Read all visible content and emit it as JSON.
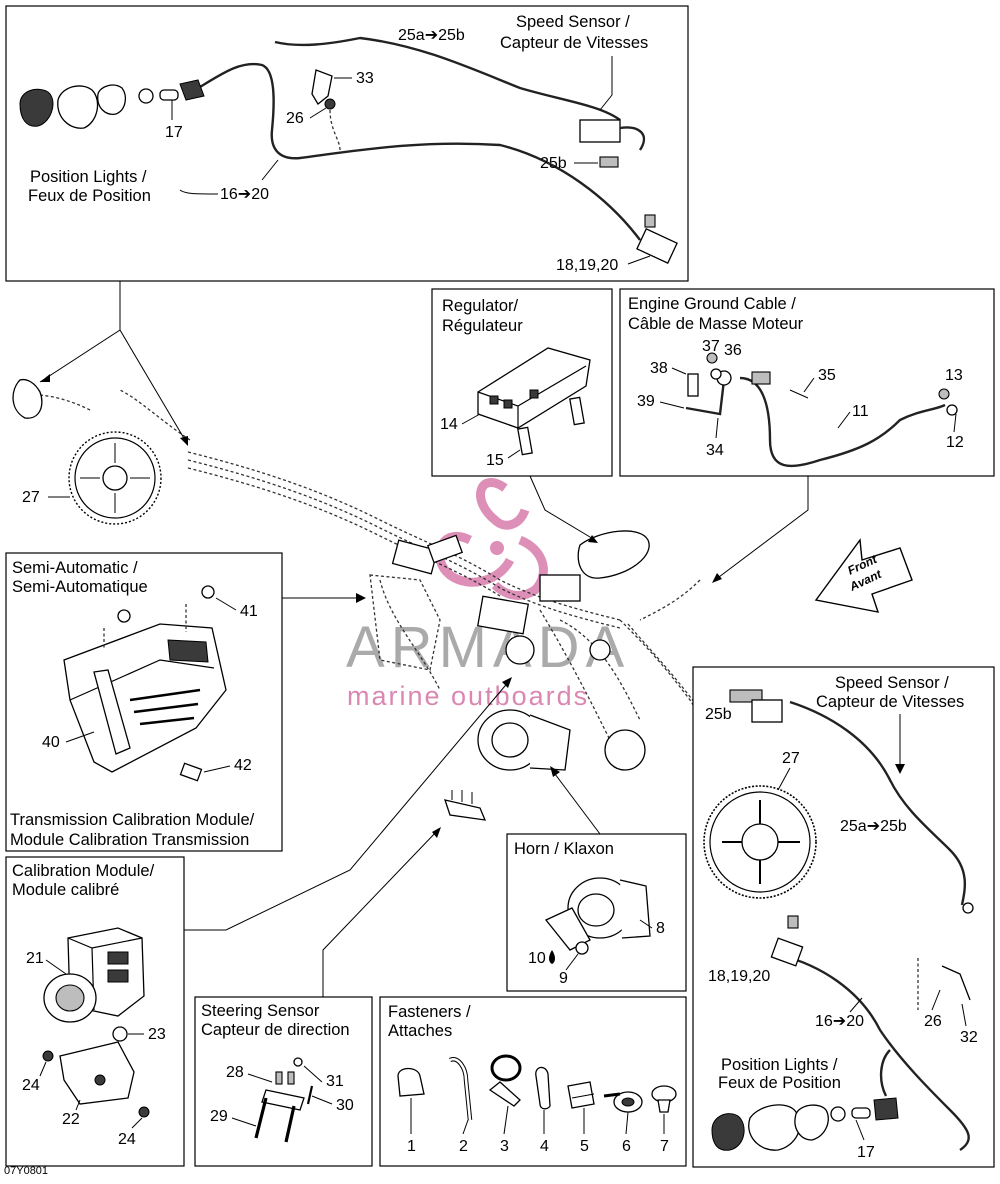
{
  "diagram": {
    "code": "07Y0801",
    "watermark": {
      "brand": "ARMADA",
      "tagline": "marine outboards"
    },
    "front_arrow": {
      "line1": "Front",
      "line2": "Avant"
    },
    "boxes": {
      "speed_top": {
        "title1": "Speed Sensor /",
        "title2": "Capteur de Vitesses",
        "part_25ab": "25a➔25b",
        "part_25b": "25b",
        "part_33": "33",
        "part_26": "26",
        "part_17": "17",
        "part_18": "18,19,20",
        "pos_title1": "Position Lights /",
        "pos_title2": "Feux de Position",
        "part_16": "16➔20"
      },
      "regulator": {
        "title1": "Regulator/",
        "title2": "Régulateur",
        "part_14": "14",
        "part_15": "15"
      },
      "engine_ground": {
        "title1": "Engine Ground Cable /",
        "title2": "Câble de Masse Moteur",
        "p37": "37",
        "p36": "36",
        "p38": "38",
        "p35": "35",
        "p13": "13",
        "p39": "39",
        "p11": "11",
        "p34": "34",
        "p12": "12"
      },
      "semi_auto": {
        "title1": "Semi-Automatic /",
        "title2": "Semi-Automatique",
        "p41": "41",
        "p40": "40",
        "p42": "42",
        "caption1": "Transmission Calibration Module/",
        "caption2": "Module Calibration Transmission"
      },
      "speed_right": {
        "title1": "Speed Sensor /",
        "title2": "Capteur de Vitesses",
        "p25b": "25b",
        "p27": "27",
        "p25ab": "25a➔25b",
        "p18": "18,19,20",
        "p16": "16➔20",
        "p26": "26",
        "p32": "32",
        "pos_title1": "Position Lights /",
        "pos_title2": "Feux de Position",
        "p17": "17"
      },
      "calibration": {
        "title1": "Calibration Module/",
        "title2": "Module calibré",
        "p21": "21",
        "p23": "23",
        "p24a": "24",
        "p22": "22",
        "p24b": "24"
      },
      "steering": {
        "title1": "Steering Sensor",
        "title2": "Capteur de direction",
        "p28": "28",
        "p31": "31",
        "p29": "29",
        "p30": "30"
      },
      "fasteners": {
        "title1": "Fasteners /",
        "title2": "Attaches",
        "items": [
          "1",
          "2",
          "3",
          "4",
          "5",
          "6",
          "7"
        ]
      },
      "horn": {
        "title": "Horn / Klaxon",
        "p8": "8",
        "p10": "10",
        "p9": "9"
      }
    },
    "loose": {
      "p27_left": "27"
    }
  }
}
